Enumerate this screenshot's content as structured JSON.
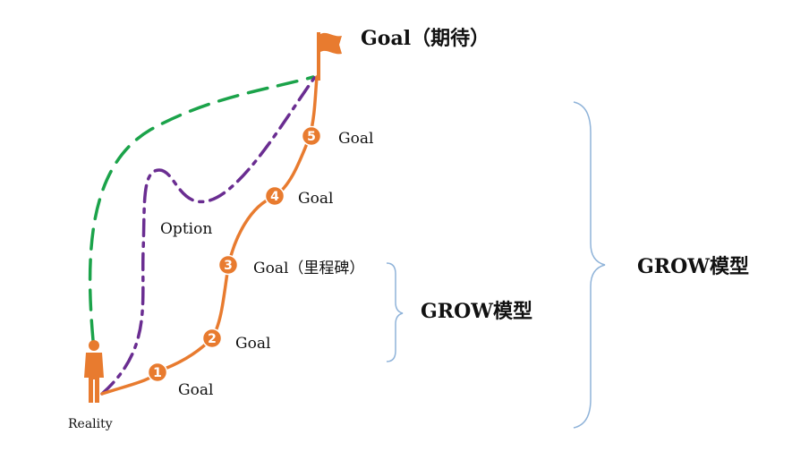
{
  "diagram": {
    "goal_top": "Goal（期待）",
    "reality": "Reality",
    "option": "Option",
    "milestones": [
      {
        "number": "1",
        "label": "Goal"
      },
      {
        "number": "2",
        "label": "Goal"
      },
      {
        "number": "3",
        "label": "Goal（里程碑）"
      },
      {
        "number": "4",
        "label": "Goal"
      },
      {
        "number": "5",
        "label": "Goal"
      }
    ],
    "grow_small": "GROW模型",
    "grow_large": "GROW模型",
    "colors": {
      "path": "#E87B2F",
      "node": "#E87B2F",
      "green_route": "#1BA34A",
      "purple_route": "#6A2D91",
      "brace": "#8FB3D9",
      "flag": "#E87B2F",
      "person": "#E87B2F"
    },
    "icons": {
      "goal": "flag-icon",
      "reality": "person-icon"
    }
  }
}
